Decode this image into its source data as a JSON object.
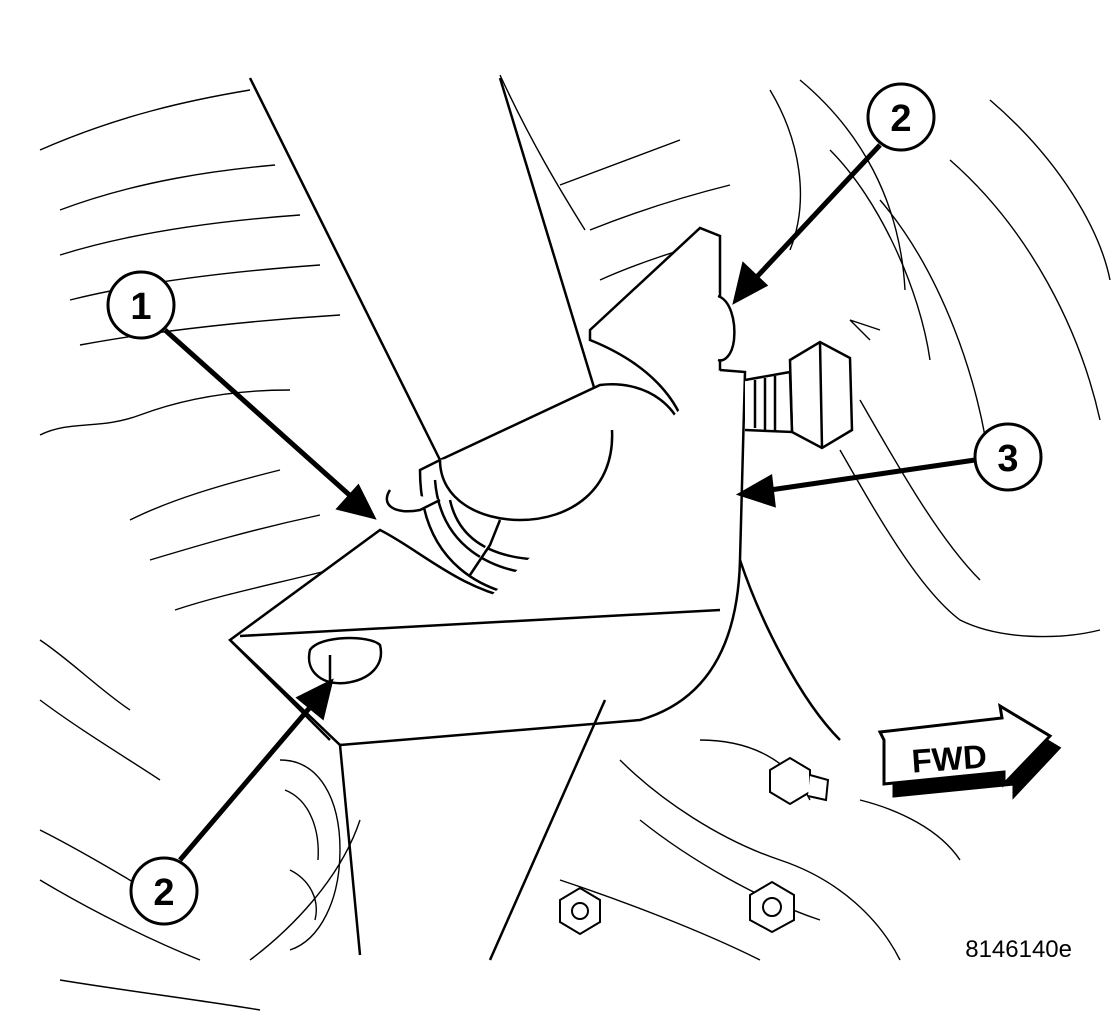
{
  "callouts": [
    {
      "label": "1"
    },
    {
      "label": "2"
    },
    {
      "label": "3"
    },
    {
      "label": "2"
    }
  ],
  "direction_label": "FWD",
  "figure_id": "8146140e",
  "colors": {
    "line": "#000000",
    "background": "#ffffff"
  }
}
